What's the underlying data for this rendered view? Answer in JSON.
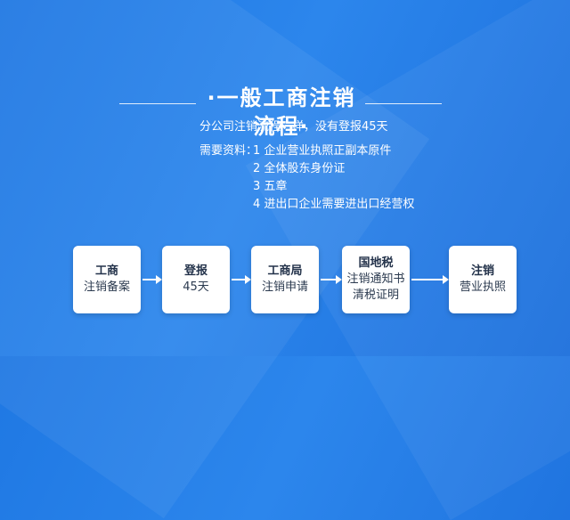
{
  "title": "·一般工商注销流程·",
  "subtitle": "分公司注销流程一样，没有登报45天",
  "materials": {
    "label": "需要资料：",
    "items": [
      "1 企业营业执照正副本原件",
      "2 全体股东身份证",
      "3 五章",
      "4 进出口企业需要进出口经营权"
    ]
  },
  "steps": [
    {
      "title": "工商",
      "lines": [
        "注销备案"
      ]
    },
    {
      "title": "登报",
      "lines": [
        "45天"
      ]
    },
    {
      "title": "工商局",
      "lines": [
        "注销申请"
      ]
    },
    {
      "title": "国地税",
      "lines": [
        "注销通知书",
        "清税证明"
      ]
    },
    {
      "title": "注销",
      "lines": [
        "营业执照"
      ]
    }
  ],
  "colors": {
    "background": "#2c86ec",
    "card": "#ffffff",
    "card_text": "#2b3a4f"
  }
}
